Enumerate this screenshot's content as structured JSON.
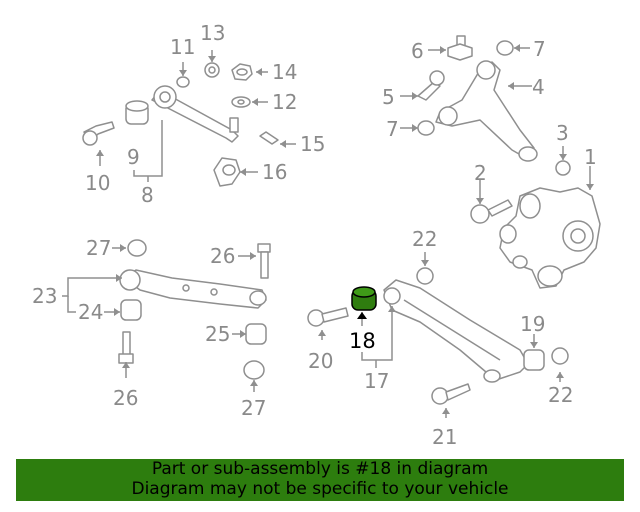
{
  "diagram": {
    "callouts": [
      "1",
      "2",
      "3",
      "4",
      "5",
      "6",
      "7",
      "7",
      "8",
      "9",
      "10",
      "11",
      "12",
      "13",
      "14",
      "15",
      "16",
      "17",
      "18",
      "19",
      "20",
      "21",
      "22",
      "22",
      "23",
      "24",
      "25",
      "26",
      "26",
      "27",
      "27"
    ],
    "highlighted_part": "18",
    "colors": {
      "line": "#8f8f8f",
      "highlight_fill": "#2f7d0f",
      "banner_bg": "#2d7d0e",
      "text_gray": "#8a8a8a"
    }
  },
  "banner": {
    "line1": "Part or sub-assembly is #18 in diagram",
    "line2": "Diagram may not be specific to your vehicle"
  }
}
